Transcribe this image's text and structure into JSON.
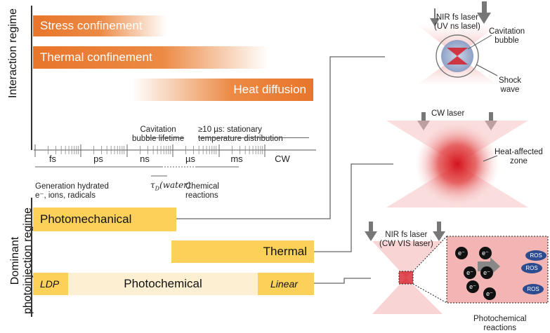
{
  "regimes": {
    "interaction": "Interaction regime",
    "photoinjection": "Dominant\nphotoinjection regime"
  },
  "interaction_bars": {
    "stress": "Stress confinement",
    "thermal": "Thermal confinement",
    "heat": "Heat diffusion"
  },
  "timescale": {
    "ticks": [
      "fs",
      "ps",
      "ns",
      "µs",
      "ms",
      "CW"
    ],
    "above_left": "Cavitation\nbubble lifetime",
    "above_right": "≥10 µs: stationary\ntemperature distribution",
    "below_left": "Generation hydrated\ne⁻, ions, radicals",
    "below_mid": "τ",
    "below_mid_sub": "D",
    "below_mid_rest": "(water)",
    "below_right": "Chemical\nreactions"
  },
  "photo_bars": {
    "photomechanical": "Photomechanical",
    "thermal": "Thermal",
    "ldp": "LDP",
    "photochemical": "Photochemical",
    "linear": "Linear"
  },
  "panel_top": {
    "laser": "NIR fs laser\n(UV ns lasel)",
    "cavitation": "Cavitation\nbubble",
    "shock": "Shock\nwave"
  },
  "panel_mid": {
    "laser": "CW laser",
    "zone": "Heat-affected\nzone"
  },
  "panel_bottom": {
    "laser": "NIR fs laser\n(CW VIS laser)",
    "electron": "e⁻",
    "ros": "ROS",
    "caption": "Photochemical\nreactions"
  },
  "colors": {
    "orange": "#e8752a",
    "yellow": "#fbd15a",
    "pale_yellow": "#fdf0d2",
    "red": "#d4131d"
  }
}
